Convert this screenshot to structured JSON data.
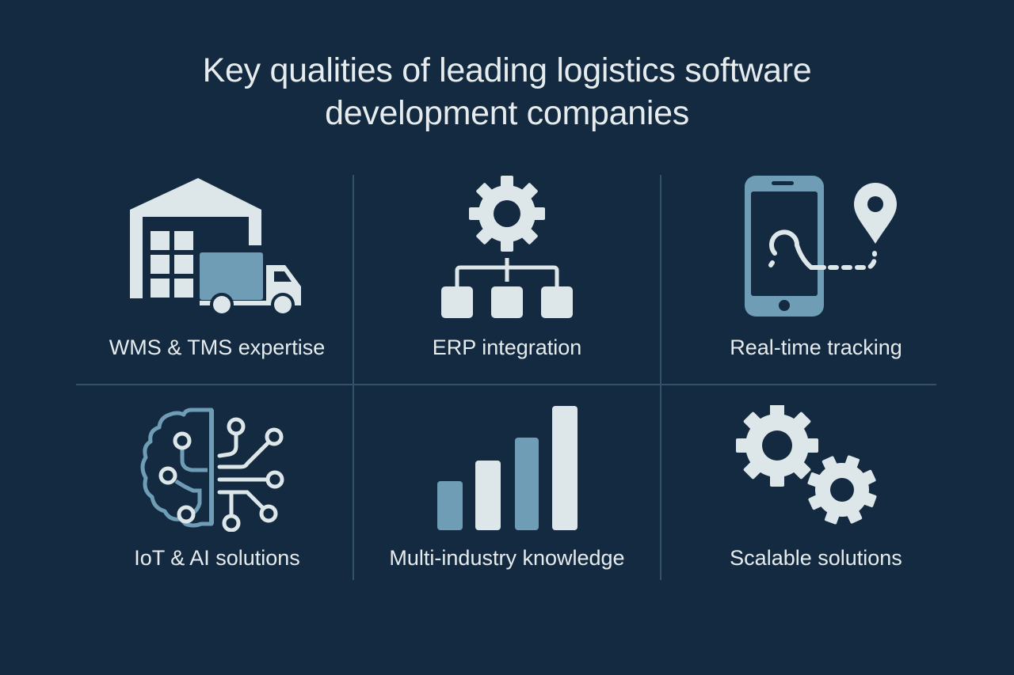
{
  "title": {
    "line1": "Key qualities of leading logistics software",
    "line2": "development companies"
  },
  "colors": {
    "background": "#132a40",
    "icon_light": "#dde6e8",
    "icon_accent": "#6f9db5",
    "divider": "#34516b"
  },
  "items": [
    {
      "label": "WMS & TMS expertise",
      "icon": "warehouse-truck-icon"
    },
    {
      "label": "ERP integration",
      "icon": "gear-hierarchy-icon"
    },
    {
      "label": "Real-time tracking",
      "icon": "phone-location-icon"
    },
    {
      "label": "IoT & AI solutions",
      "icon": "brain-circuit-icon"
    },
    {
      "label": "Multi-industry knowledge",
      "icon": "bar-chart-icon"
    },
    {
      "label": "Scalable solutions",
      "icon": "gears-icon"
    }
  ]
}
